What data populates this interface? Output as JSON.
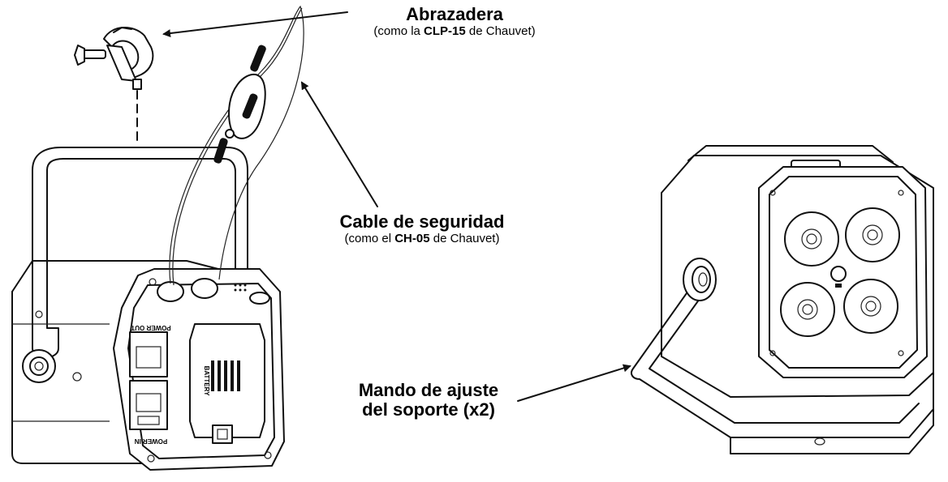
{
  "labels": {
    "clamp": {
      "title": "Abrazadera",
      "sub_prefix": "(como la ",
      "sub_bold": "CLP-15",
      "sub_suffix": " de Chauvet)"
    },
    "safety_cable": {
      "title": "Cable de seguridad",
      "sub_prefix": "(como el ",
      "sub_bold": "CH-05",
      "sub_suffix": " de Chauvet)"
    },
    "knob": {
      "line1": "Mando de ajuste",
      "line2": "del soporte (x2)"
    }
  },
  "device_panel": {
    "power_out": "POWER OUT",
    "power_in": "POWER IN",
    "battery": "BATTERY"
  },
  "colors": {
    "line": "#111111",
    "background": "#ffffff"
  }
}
